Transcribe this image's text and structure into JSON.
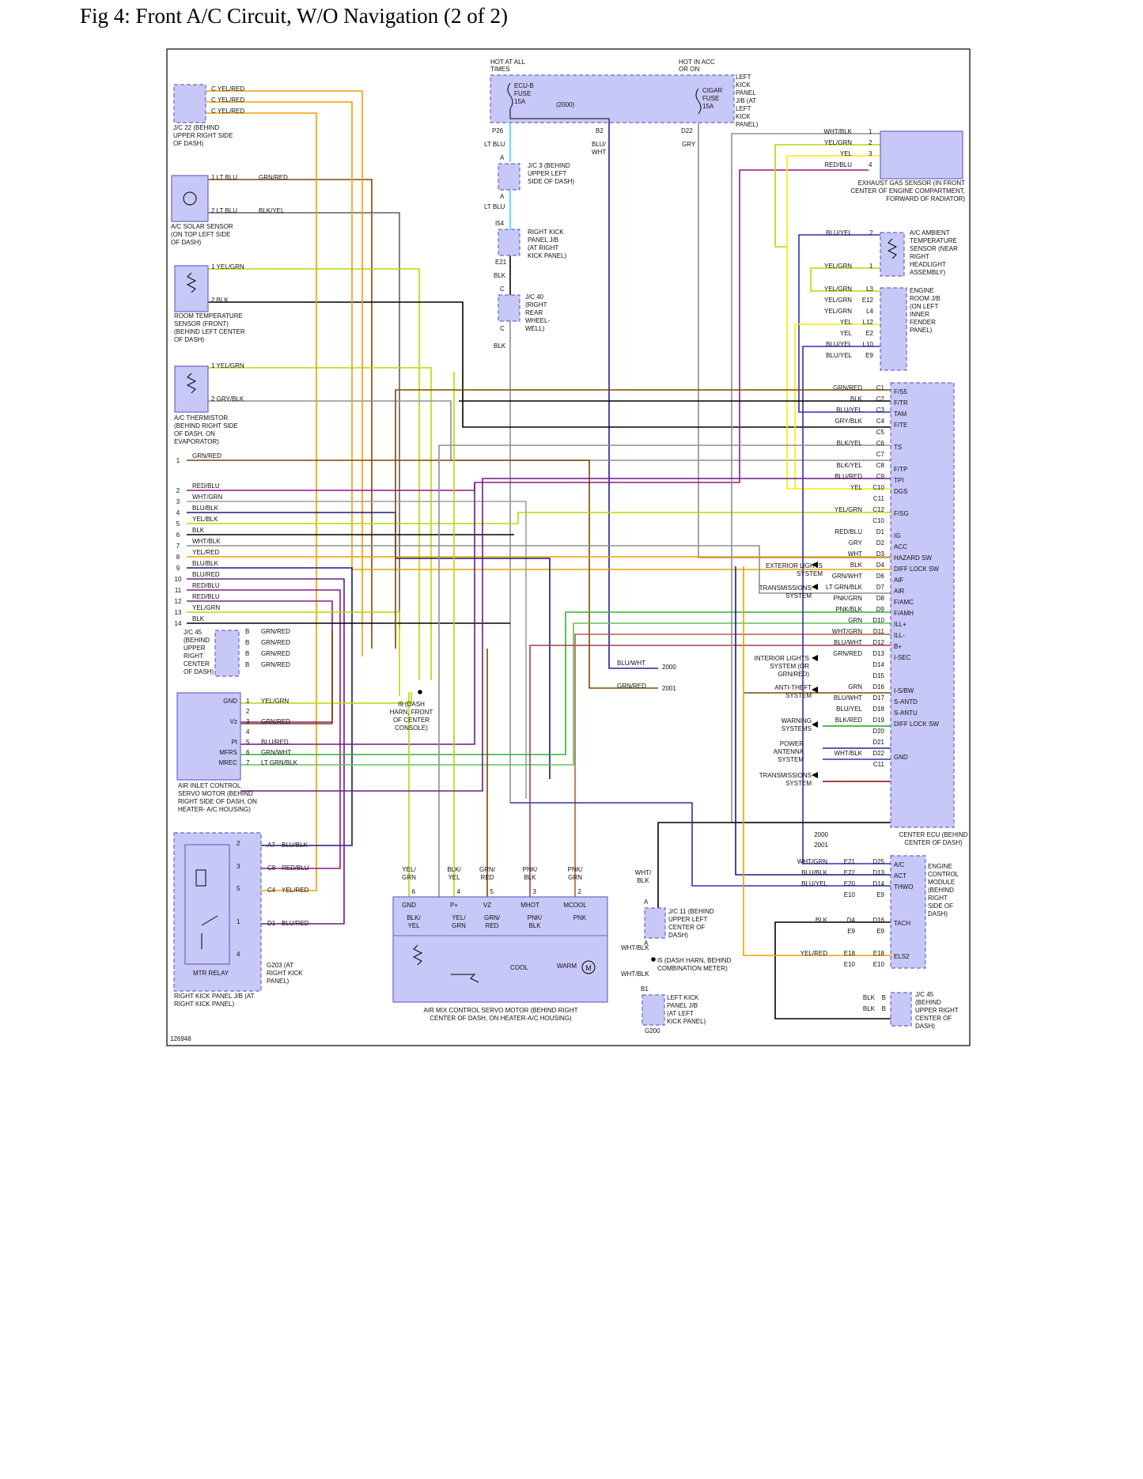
{
  "title": "Fig 4: Front A/C Circuit, W/O Navigation (2 of 2)",
  "figure_number": "126948",
  "colors": {
    "component_fill": "#c8c8f8",
    "component_stroke": "#6868c8",
    "frame": "#000000",
    "YEL": "#f0f000",
    "YEL/RED": "#f0a000",
    "YEL/GRN": "#b8d800",
    "GRN/RED": "#7a4a00",
    "BLK/YEL": "#606060",
    "LT BLU": "#40d8f0",
    "BLU": "#2020a0",
    "BLU/YEL": "#3030b0",
    "BLU/BLK": "#1a1a7a",
    "BLU/RED": "#6a1a8a",
    "RED/BLU": "#8a1a8a",
    "BLK": "#000000",
    "GRY": "#909090",
    "WHT": "#a0a0a0",
    "GRN": "#20a020",
    "GRN/WHT": "#30b030",
    "LT GRN/BLK": "#60c060",
    "PNK/GRN": "#b06040",
    "PNK/BLK": "#a04050",
    "BLK/RED": "#900000",
    "RED": "#e02020"
  },
  "top_power": {
    "hot_at_all_times": "HOT AT ALL TIMES",
    "hot_in_acc": "HOT IN ACC OR ON",
    "ecu_b_fuse": "ECU-B FUSE 15A",
    "cigar_fuse": "CIGAR FUSE 15A",
    "year_note": "(2000)",
    "left_kick_jb": "LEFT KICK PANEL J/B (AT LEFT KICK PANEL)",
    "p26": "P26",
    "b2": "B2",
    "d22": "D22",
    "wire_lt_blu": "LT BLU",
    "wire_blu_wht": "BLU/ WHT",
    "wire_gry": "GRY"
  },
  "jc_left_stack": {
    "jc3": "J/C 3 (BEHIND UPPER LEFT SIDE OF DASH)",
    "rkjb": "RIGHT KICK PANEL J/B (AT RIGHT KICK PANEL)",
    "jc40": "J/C 40 (RIGHT REAR WHEEL- WELL)",
    "pins": {
      "a1": "A",
      "a2": "A",
      "i54": "I54",
      "e21": "E21",
      "c1": "C",
      "c2": "C"
    },
    "wires": {
      "lt_blu": "LT BLU",
      "blk1": "BLK",
      "blk2": "BLK"
    }
  },
  "left_components": {
    "jc22": "J/C 22 (BEHIND UPPER RIGHT SIDE OF DASH)",
    "jc22_wires": [
      "C  YEL/RED",
      "C  YEL/RED",
      "C  YEL/RED"
    ],
    "solar": "A/C SOLAR SENSOR (ON TOP LEFT SIDE OF DASH)",
    "solar_pins": [
      "1  LT BLU",
      "2  LT BLU"
    ],
    "solar_wires": [
      "GRN/RED",
      "BLK/YEL"
    ],
    "room_temp": "ROOM TEMPERATURE SENSOR (FRONT) (BEHIND LEFT CENTER OF DASH)",
    "room_pins": [
      "1  YEL/GRN",
      "2  BLK"
    ],
    "thermistor": "A/C THERMISTOR (BEHIND RIGHT SIDE OF DASH, ON EVAPORATOR)",
    "therm_pins": [
      "1  YEL/GRN",
      "2  GRY/BLK"
    ],
    "numbered_wires": [
      {
        "n": "1",
        "w": "GRN/RED"
      },
      {
        "n": "2",
        "w": "RED/BLU"
      },
      {
        "n": "3",
        "w": "WHT/GRN"
      },
      {
        "n": "4",
        "w": "BLU/BLK"
      },
      {
        "n": "5",
        "w": "YEL/BLK"
      },
      {
        "n": "6",
        "w": "BLK"
      },
      {
        "n": "7",
        "w": "WHT/BLK"
      },
      {
        "n": "8",
        "w": "YEL/RED"
      },
      {
        "n": "9",
        "w": "BLU/BLK"
      },
      {
        "n": "10",
        "w": "BLU/RED"
      },
      {
        "n": "11",
        "w": "RED/BLU"
      },
      {
        "n": "12",
        "w": "RED/BLU"
      },
      {
        "n": "13",
        "w": "YEL/GRN"
      },
      {
        "n": "14",
        "w": "BLK"
      }
    ],
    "jc45": "J/C 45 (BEHIND UPPER RIGHT CENTER OF DASH)",
    "jc45_wires": [
      "GRN/RED",
      "GRN/RED",
      "GRN/RED",
      "GRN/RED"
    ],
    "jc45_pin": "B",
    "air_inlet": "AIR INLET CONTROL SERVO MOTOR (BEHIND RIGHT SIDE OF DASH, ON HEATER- A/C HOUSING)",
    "air_inlet_pins": [
      {
        "pin": "GND",
        "n": "1",
        "w": "YEL/GRN"
      },
      {
        "pin": "",
        "n": "2",
        "w": ""
      },
      {
        "pin": "Vz",
        "n": "3",
        "w": "GRN/RED"
      },
      {
        "pin": "",
        "n": "4",
        "w": ""
      },
      {
        "pin": "Pt",
        "n": "5",
        "w": "BLU/RED"
      },
      {
        "pin": "MFRS",
        "n": "6",
        "w": "GRN/WHT"
      },
      {
        "pin": "MREC",
        "n": "7",
        "w": "LT GRN/BLK"
      }
    ],
    "i9": "I9 (DASH HARN, FRONT OF CENTER CONSOLE)",
    "mtr_relay": "MTR RELAY",
    "rkjb2": "RIGHT KICK PANEL J/B (AT RIGHT KICK PANEL)",
    "relay_pins": [
      {
        "n": "2",
        "c": "A7",
        "w": "BLU/BLK"
      },
      {
        "n": "3",
        "c": "C8",
        "w": "RED/BLU"
      },
      {
        "n": "5",
        "c": "C4",
        "w": "YEL/RED"
      },
      {
        "n": "1",
        "c": "D1",
        "w": "BLU/RED"
      },
      {
        "n": "4",
        "c": "",
        "w": ""
      }
    ],
    "g203": "G203 (AT RIGHT KICK PANEL)"
  },
  "air_mix": {
    "name": "AIR MIX CONTROL SERVO MOTOR (BEHIND RIGHT CENTER OF DASH, ON HEATER-A/C HOUSING)",
    "top_wires": [
      "YEL/ GRN",
      "BLK/ YEL",
      "GRN/ RED",
      "PNK/ BLK",
      "PNK/ GRN"
    ],
    "pin_nums": [
      "6",
      "4",
      "5",
      "3",
      "2"
    ],
    "pins": [
      "GND",
      "P+",
      "VZ",
      "MHOT",
      "MCOOL"
    ],
    "inner": [
      "BLK/ YEL",
      "YEL/ GRN",
      "GRN/ RED",
      "PNK/ BLK",
      "PNK"
    ],
    "cool": "COOL",
    "warm": "WARM",
    "m": "M"
  },
  "bottom_center": {
    "wht_blk1": "WHT/ BLK",
    "jc11": "J/C 11 (BEHIND UPPER LEFT CENTER OF DASH)",
    "wht_blk2": "WHT/BLK",
    "i5": "I5 (DASH HARN, BEHIND COMBINATION METER)",
    "wht_blk3": "WHT/BLK",
    "b1": "B1",
    "lkjb": "LEFT KICK PANEL J/B (AT LEFT KICK PANEL)",
    "g200": "G200",
    "a1": "A",
    "a2": "A"
  },
  "right_top": {
    "exhaust": "EXHAUST GAS SENSOR (IN FRONT CENTER OF ENGINE COMPARTMENT, FORWARD OF RADIATOR)",
    "exhaust_wires": [
      {
        "w": "WHT/BLK",
        "n": "1"
      },
      {
        "w": "YEL/GRN",
        "n": "2"
      },
      {
        "w": "YEL",
        "n": "3"
      },
      {
        "w": "RED/BLU",
        "n": "4"
      }
    ],
    "ambient": "A/C AMBIENT TEMPERATURE SENSOR (NEAR RIGHT HEADLIGHT ASSEMBLY)",
    "ambient_wires": [
      {
        "w": "BLU/YEL",
        "n": "2"
      },
      {
        "w": "YEL/GRN",
        "n": "1"
      }
    ],
    "engine_room_jb": "ENGINE ROOM J/B (ON LEFT INNER FENDER PANEL)",
    "ejb_wires": [
      {
        "w": "YEL/GRN",
        "n": "L3"
      },
      {
        "w": "YEL/GRN",
        "n": "E12"
      },
      {
        "w": "YEL/GRN",
        "n": "L4"
      },
      {
        "w": "YEL",
        "n": "L12"
      },
      {
        "w": "YEL",
        "n": "E2"
      },
      {
        "w": "BLU/YEL",
        "n": "L10"
      },
      {
        "w": "BLU/YEL",
        "n": "E9"
      }
    ]
  },
  "center_ecu": {
    "name": "CENTER ECU (BEHIND CENTER OF DASH)",
    "rows": [
      {
        "w": "GRN/RED",
        "pin": "C1",
        "sig": "F/S5"
      },
      {
        "w": "BLK",
        "pin": "C2",
        "sig": "F/TR"
      },
      {
        "w": "BLU/YEL",
        "pin": "C3",
        "sig": "TAM"
      },
      {
        "w": "GRY/BLK",
        "pin": "C4",
        "sig": "F/TE"
      },
      {
        "w": "",
        "pin": "C5",
        "sig": ""
      },
      {
        "w": "BLK/YEL",
        "pin": "C6",
        "sig": "TS"
      },
      {
        "w": "",
        "pin": "C7",
        "sig": ""
      },
      {
        "w": "BLK/YEL",
        "pin": "C8",
        "sig": "F/TP"
      },
      {
        "w": "BLU/RED",
        "pin": "C9",
        "sig": "TPI"
      },
      {
        "w": "YEL",
        "pin": "C10",
        "sig": "DGS"
      },
      {
        "w": "",
        "pin": "C11",
        "sig": ""
      },
      {
        "w": "YEL/GRN",
        "pin": "C12",
        "sig": "F/SG"
      },
      {
        "w": "",
        "pin": "C10",
        "sig": ""
      },
      {
        "w": "RED/BLU",
        "pin": "D1",
        "sig": "IG"
      },
      {
        "w": "GRY",
        "pin": "D2",
        "sig": "ACC"
      },
      {
        "w": "WHT",
        "pin": "D3",
        "sig": "HAZARD SW"
      },
      {
        "w": "BLK",
        "pin": "D4",
        "sig": "DIFF LOCK SW"
      },
      {
        "w": "GRN/WHT",
        "pin": "D6",
        "sig": "AIF"
      },
      {
        "w": "LT GRN/BLK",
        "pin": "D7",
        "sig": "AIR"
      },
      {
        "w": "PNK/GRN",
        "pin": "D8",
        "sig": "F/AMC"
      },
      {
        "w": "PNK/BLK",
        "pin": "D9",
        "sig": "F/AMH"
      },
      {
        "w": "GRN",
        "pin": "D10",
        "sig": "ILL+"
      },
      {
        "w": "WHT/GRN",
        "pin": "D11",
        "sig": "ILL-"
      },
      {
        "w": "BLU/WHT",
        "pin": "D12",
        "sig": "B+"
      },
      {
        "w": "GRN/RED",
        "pin": "D13",
        "sig": "I-SEC"
      },
      {
        "w": "",
        "pin": "D14",
        "sig": ""
      },
      {
        "w": "",
        "pin": "D15",
        "sig": ""
      },
      {
        "w": "GRN",
        "pin": "D16",
        "sig": "I-S/BW"
      },
      {
        "w": "BLU/WHT",
        "pin": "D17",
        "sig": "S-ANTD"
      },
      {
        "w": "BLU/YEL",
        "pin": "D18",
        "sig": "S-ANTU"
      },
      {
        "w": "BLK/RED",
        "pin": "D19",
        "sig": "DIFF LOCK SW"
      },
      {
        "w": "",
        "pin": "D20",
        "sig": ""
      },
      {
        "w": "",
        "pin": "D21",
        "sig": ""
      },
      {
        "w": "WHT/BLK",
        "pin": "D22",
        "sig": "GND"
      },
      {
        "w": "",
        "pin": "C11",
        "sig": ""
      }
    ],
    "systems": {
      "exterior": "EXTERIOR LIGHTS SYSTEM",
      "trans1": "TRANSMISSIONS SYSTEM",
      "interior": "INTERIOR LIGHTS SYSTEM (OR GRN/RED)",
      "antitheft": "ANTI-THEFT SYSTEM",
      "warning": "WARNING SYSTEMS",
      "antenna": "POWER ANTENNA SYSTEM",
      "trans2": "TRANSMISSIONS SYSTEM"
    },
    "blu_wht": "BLU/WHT",
    "grn_red": "GRN/RED",
    "y2000": "2000",
    "y2001": "2001"
  },
  "engine_ecm": {
    "name": "ENGINE CONTROL MODULE (BEHIND RIGHT SIDE OF DASH)",
    "y2000": "2000",
    "y2001": "2001",
    "rows": [
      {
        "w": "WHT/GRN",
        "p1": "E21",
        "p2": "D25",
        "sig": "A/C"
      },
      {
        "w": "BLU/BLK",
        "p1": "E22",
        "p2": "D13",
        "sig": "ACT"
      },
      {
        "w": "BLU/YEL",
        "p1": "E20",
        "p2": "D14",
        "sig": "THWO"
      },
      {
        "w": "",
        "p1": "E10",
        "p2": "E9",
        "sig": ""
      },
      {
        "w": "BLK",
        "p1": "D4",
        "p2": "D16",
        "sig": "TACH"
      },
      {
        "w": "",
        "p1": "E9",
        "p2": "E9",
        "sig": ""
      },
      {
        "w": "YEL/RED",
        "p1": "E18",
        "p2": "E18",
        "sig": "ELS2"
      },
      {
        "w": "",
        "p1": "E10",
        "p2": "E10",
        "sig": ""
      }
    ]
  },
  "jc45_bottom": {
    "name": "J/C 45 (BEHIND UPPER RIGHT CENTER OF DASH)",
    "wires": [
      {
        "w": "BLK",
        "n": "B"
      },
      {
        "w": "BLK",
        "n": "B"
      }
    ]
  }
}
